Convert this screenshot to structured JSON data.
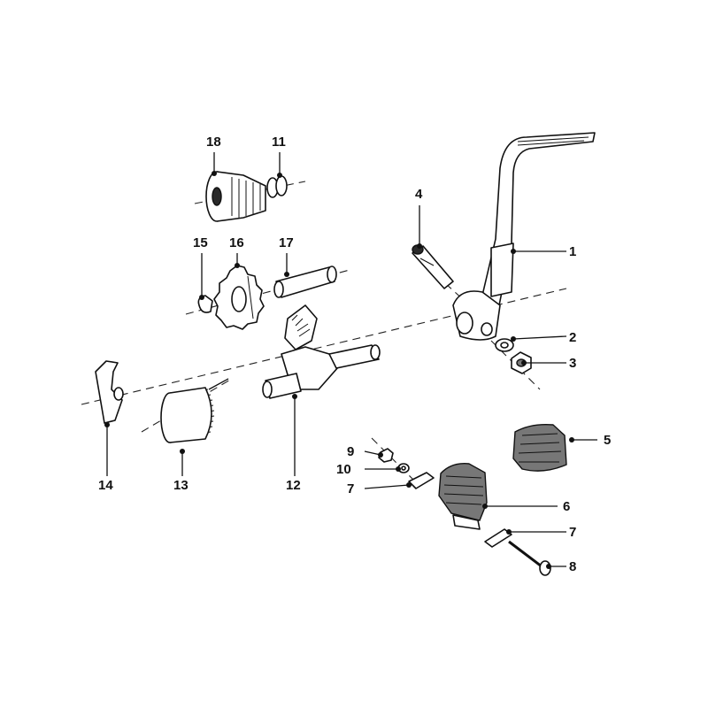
{
  "callouts": [
    {
      "id": "1",
      "label": "1"
    },
    {
      "id": "2",
      "label": "2"
    },
    {
      "id": "3",
      "label": "3"
    },
    {
      "id": "4",
      "label": "4"
    },
    {
      "id": "5",
      "label": "5"
    },
    {
      "id": "6",
      "label": "6"
    },
    {
      "id": "7a",
      "label": "7"
    },
    {
      "id": "7b",
      "label": "7"
    },
    {
      "id": "8",
      "label": "8"
    },
    {
      "id": "9",
      "label": "9"
    },
    {
      "id": "10",
      "label": "10"
    },
    {
      "id": "11",
      "label": "11"
    },
    {
      "id": "12",
      "label": "12"
    },
    {
      "id": "13",
      "label": "13"
    },
    {
      "id": "14",
      "label": "14"
    },
    {
      "id": "15",
      "label": "15"
    },
    {
      "id": "16",
      "label": "16"
    },
    {
      "id": "17",
      "label": "17"
    },
    {
      "id": "18",
      "label": "18"
    }
  ]
}
